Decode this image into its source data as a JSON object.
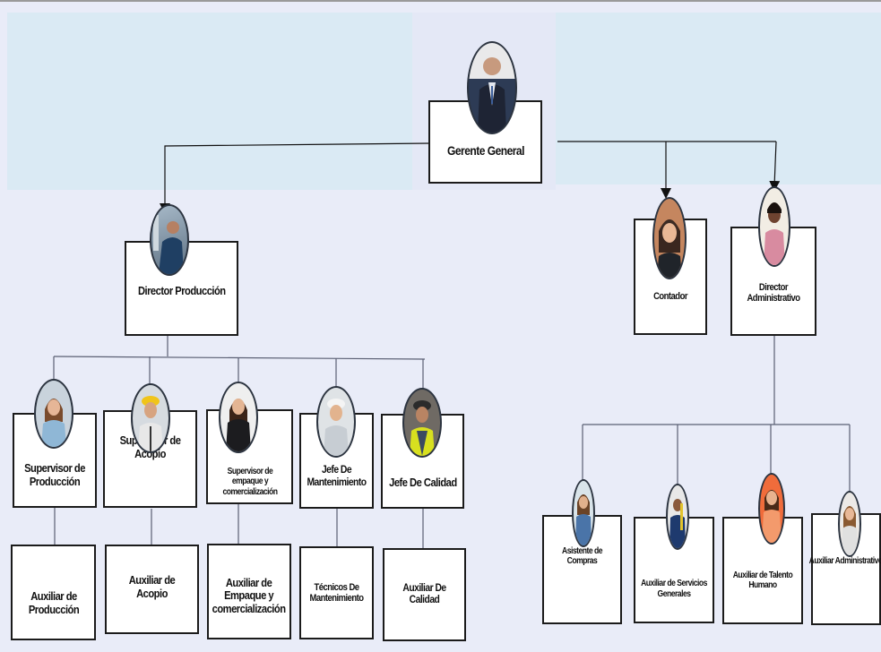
{
  "title_node": {
    "label": "Gerente General"
  },
  "directors": {
    "produccion": "Director Producción",
    "contador": "Contador",
    "administrativo": "Director Administrativo"
  },
  "supervisors": [
    "Supervisor de Producción",
    "Supervisor de Acopio",
    "Supervisor de empaque y comercialización",
    "Jefe De Mantenimiento",
    "Jefe De Calidad"
  ],
  "auxiliaries": [
    "Auxiliar de Producción",
    "Auxiliar de Acopio",
    "Auxiliar de Empaque y comercialización",
    "Técnicos De Mantenimiento",
    "Auxiliar De Calidad"
  ],
  "admin_staff": [
    "Asistente de Compras",
    "Auxiliar de Servicios Generales",
    "Auxiliar de Talento Humano",
    "Auxiliar Administrativo"
  ],
  "colors": {
    "top_band": "#daeaf4",
    "background": "#e9ecf8",
    "connector": "#5a5f73",
    "arrow": "#111111"
  },
  "avatar_icons": [
    "person-photo-avatar"
  ]
}
